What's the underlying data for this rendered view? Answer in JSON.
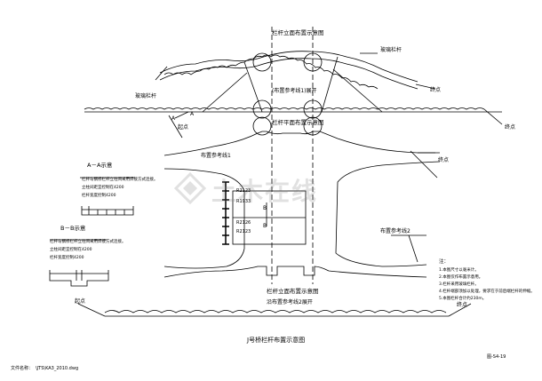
{
  "drawing": {
    "title": "J号桥栏杆布置示意图",
    "drawing_no": "图-S4-19",
    "file_label": "文件名称：",
    "file_path": "\\JTS\\KA3_2010.dwg"
  },
  "top_elevation": {
    "heading": "栏杆立面布置示意图",
    "ref_note": "(布置参考线1)展开",
    "label_railing": "玻璃栏杆",
    "label_start": "起点",
    "label_end": "终点",
    "label_railing_left": "玻璃栏杆"
  },
  "middle_plan": {
    "heading": "栏杆平面布置示意图",
    "ref_line_1": "布置参考线1",
    "ref_line_2": "布置参考线2",
    "label_end": "终点",
    "section_marks": [
      "A",
      "A",
      "B",
      "B"
    ],
    "radii": [
      "R2123",
      "R1933",
      "R2126",
      "R2123"
    ]
  },
  "bottom_elevation": {
    "heading": "栏杆立面布置示意图",
    "ref_note": "沿布置参考线2展开",
    "label_start": "起点",
    "label_end": "终点"
  },
  "section_aa": {
    "heading": "A－A示意",
    "notes": [
      "栏杆与钢桥栏杆立柱间采用焊接方式连接。",
      "立柱间距宜控制在4200",
      "栏杆宽度控制4200"
    ]
  },
  "section_bb": {
    "heading": "B－B示意",
    "notes": [
      "栏杆与钢桥栏杆立柱间采用焊接方式连接。",
      "立柱间距宜控制在4200",
      "栏杆宽度控制4200"
    ]
  },
  "notes": {
    "heading": "注：",
    "items": [
      "1.本图尺寸以毫米计。",
      "2.本图仅作布置示意用。",
      "3.栏杆采用玻璃栏杆。",
      "4.栏杆端部须加以处理，要求在于前后端栏杆的伸缩。",
      "5.本图栏杆合计约230m。"
    ]
  },
  "watermark": {
    "text": "土木在线"
  },
  "colors": {
    "line": "#000000",
    "watermark": "#7a7a7a"
  }
}
